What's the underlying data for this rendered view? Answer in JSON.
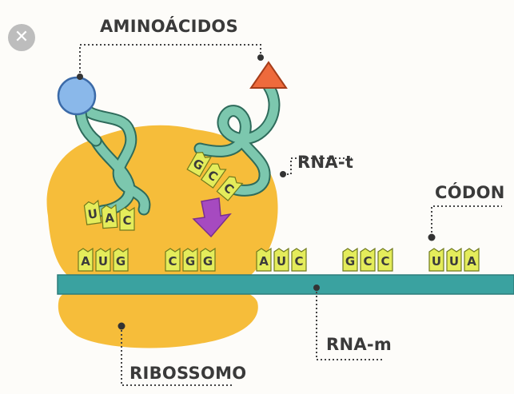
{
  "labels": {
    "aminoacidos": "AMINOÁCIDOS",
    "rna_t": "RNA-t",
    "codon": "CÓDON",
    "rna_m": "RNA-m",
    "ribossomo": "RIBOSSOMO"
  },
  "anticodons": {
    "left": [
      "U",
      "A",
      "C"
    ],
    "right": [
      "G",
      "C",
      "C"
    ]
  },
  "codons": [
    [
      "A",
      "U",
      "G"
    ],
    [
      "C",
      "G",
      "G"
    ],
    [
      "A",
      "U",
      "C"
    ],
    [
      "G",
      "C",
      "C"
    ],
    [
      "U",
      "U",
      "A"
    ]
  ],
  "colors": {
    "ribosome": "#f6bd3a",
    "mrna": "#3aa2a0",
    "trna": "#7cc7ae",
    "base": "#e4ec5b",
    "aminoacid_circle": "#8ab8ea",
    "aminoacid_triangle": "#ee6a3c",
    "arrow": "#a64ac0"
  },
  "close_icon": "close-icon"
}
